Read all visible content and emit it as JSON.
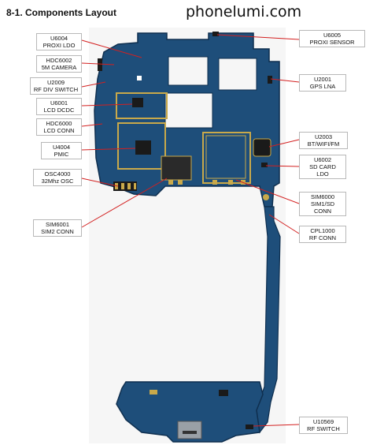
{
  "header": {
    "title": "8-1. Components Layout",
    "watermark": "phonelumi.com"
  },
  "board": {
    "pcb_color": "#1e4e7a",
    "pcb_edge": "#0f2f4f",
    "gold": "#c9a94a",
    "chip": "#1a1a1a"
  },
  "leader_color": "#d32020",
  "components": [
    {
      "id": "U6004",
      "line1": "U6004",
      "line2": "PROXI LDO"
    },
    {
      "id": "HDC6002",
      "line1": "HDC6002",
      "line2": "5M CAMERA"
    },
    {
      "id": "U2009",
      "line1": "U2009",
      "line2": "RF DIV SWITCH"
    },
    {
      "id": "U6001",
      "line1": "U6001",
      "line2": "LCD DCDC"
    },
    {
      "id": "HDC6000",
      "line1": "HDC6000",
      "line2": "LCD CONN"
    },
    {
      "id": "U4004",
      "line1": "U4004",
      "line2": "PMIC"
    },
    {
      "id": "OSC4000",
      "line1": "OSC4000",
      "line2": "32Mhz OSC"
    },
    {
      "id": "SIM6001",
      "line1": "SIM6001",
      "line2": "SIM2 CONN"
    },
    {
      "id": "U6005",
      "line1": "U6005",
      "line2": "PROXI SENSOR"
    },
    {
      "id": "U2001",
      "line1": "U2001",
      "line2": "GPS LNA"
    },
    {
      "id": "U2003",
      "line1": "U2003",
      "line2": "BT/WIFI/FM"
    },
    {
      "id": "U6002",
      "line1": "U6002",
      "line2": "SD CARD",
      "line3": "LDO"
    },
    {
      "id": "SIM6000",
      "line1": "SIM6000",
      "line2": "SIM1/SD",
      "line3": "CONN"
    },
    {
      "id": "CPL1000",
      "line1": "CPL1000",
      "line2": "RF CONN"
    },
    {
      "id": "U10569",
      "line1": "U10569",
      "line2": "RF SWITCH"
    }
  ]
}
